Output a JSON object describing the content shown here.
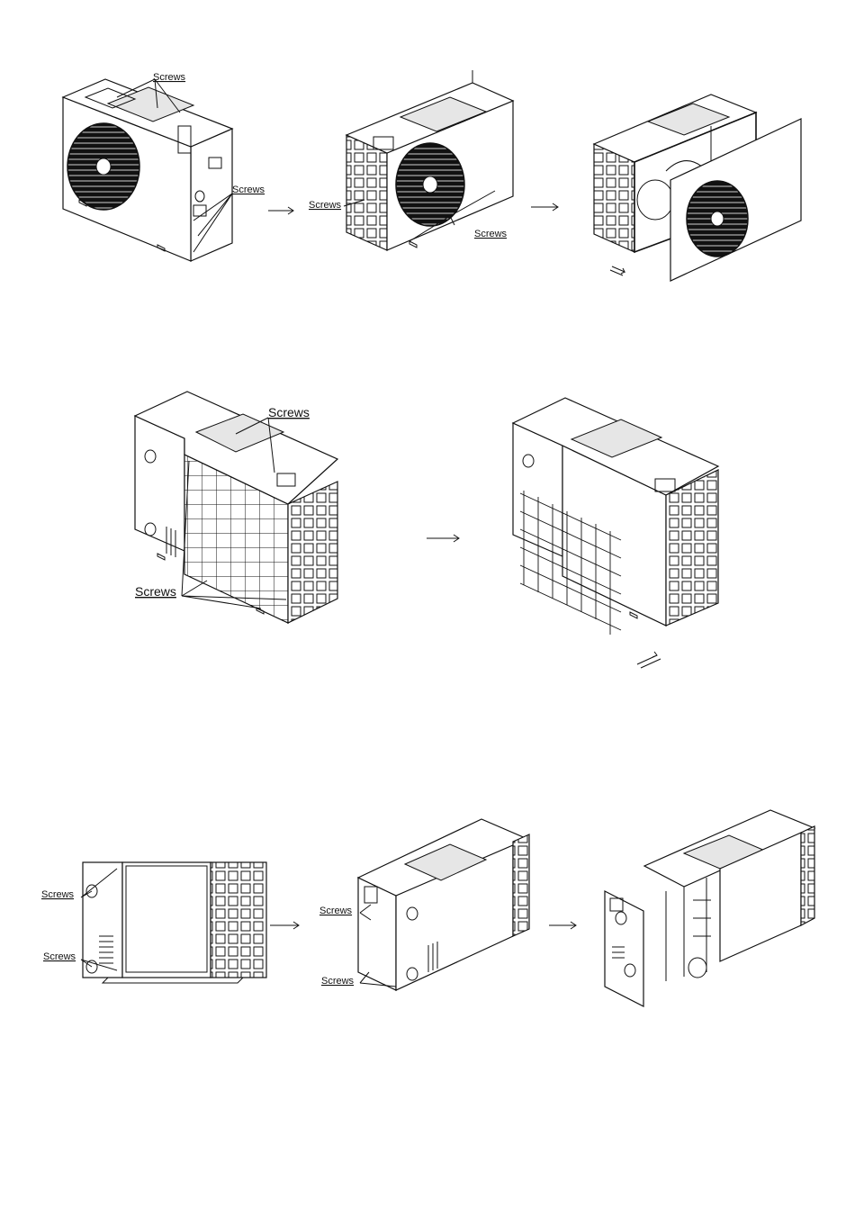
{
  "labels": {
    "screws": "Screws"
  },
  "steps": [
    {
      "row": 1,
      "name": "top-panel-removal"
    },
    {
      "row": 1,
      "name": "front-panel-unscrewed"
    },
    {
      "row": 1,
      "name": "front-panel-removed"
    },
    {
      "row": 2,
      "name": "rear-grille-unscrewed"
    },
    {
      "row": 2,
      "name": "rear-grille-removed"
    },
    {
      "row": 3,
      "name": "side-panel-screws-view"
    },
    {
      "row": 3,
      "name": "side-panel-unscrewed"
    },
    {
      "row": 3,
      "name": "side-panel-opened"
    }
  ]
}
